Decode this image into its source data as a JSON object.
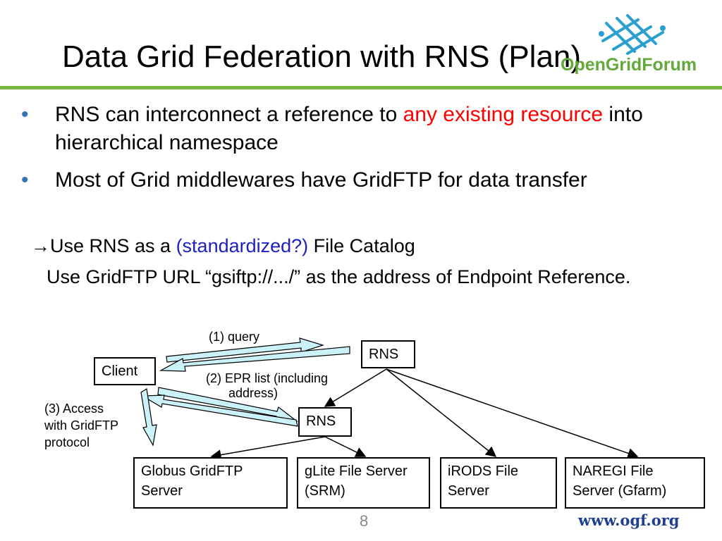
{
  "slide": {
    "title": "Data Grid Federation with RNS (Plan)",
    "page_number": "8",
    "website": "www.ogf.org",
    "logo_text": "OpenGridForum"
  },
  "bullets": [
    {
      "pre": "RNS can interconnect a reference to ",
      "highlight": "any existing resource",
      "post": " into hierarchical namespace"
    },
    {
      "text": "Most of Grid middlewares have GridFTP for data transfer"
    }
  ],
  "notes": {
    "line1_arrow": "→",
    "line1_pre": "Use RNS as a ",
    "line1_highlight": "(standardized?)",
    "line1_post": " File Catalog",
    "line2": "Use GridFTP URL “gsiftp://.../” as the address of Endpoint Reference."
  },
  "diagram": {
    "nodes": {
      "client": "Client",
      "rns_top": "RNS",
      "rns_mid": "RNS",
      "globus": "Globus GridFTP Server",
      "glite": "gLite File Server (SRM)",
      "irods": "iRODS File Server",
      "naregi": "NAREGI File Server (Gfarm)"
    },
    "labels": {
      "query": "(1) query",
      "epr_line1": "(2) EPR list (including",
      "epr_line2": "address)",
      "access_line1": "(3) Access",
      "access_line2": "with GridFTP",
      "access_line3": "protocol"
    },
    "colors": {
      "arrow_fill": "#ccf2f9",
      "accent_bar": "#77b843",
      "bullet": "#2e75b6",
      "highlight_red": "#ff0000",
      "highlight_blue": "#2020c0"
    }
  }
}
